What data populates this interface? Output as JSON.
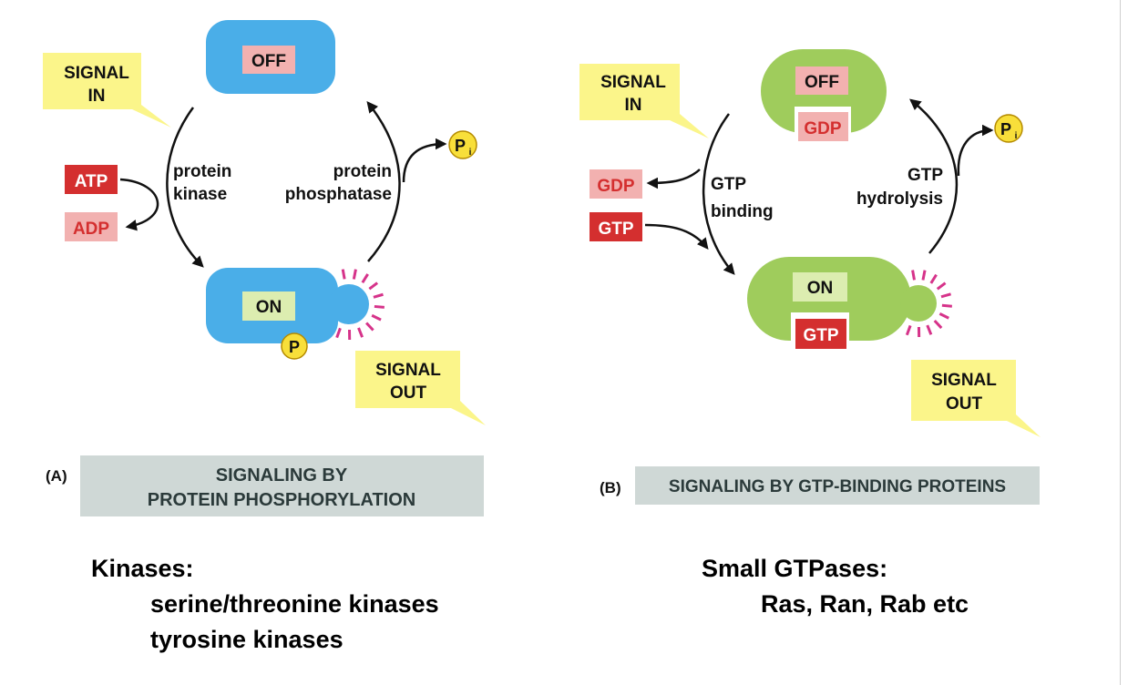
{
  "panel_a": {
    "letter": "(A)",
    "title_line1": "SIGNALING BY",
    "title_line2": "PROTEIN PHOSPHORYLATION",
    "off_label": "OFF",
    "on_label": "ON",
    "signal_in_line1": "SIGNAL",
    "signal_in_line2": "IN",
    "signal_out_line1": "SIGNAL",
    "signal_out_line2": "OUT",
    "atp": "ATP",
    "adp": "ADP",
    "kinase_line1": "protein",
    "kinase_line2": "kinase",
    "phosphatase_line1": "protein",
    "phosphatase_line2": "phosphatase",
    "phosphate": "P",
    "pi_main": "P",
    "pi_sub": "i"
  },
  "panel_b": {
    "letter": "(B)",
    "title": "SIGNALING BY GTP-BINDING PROTEINS",
    "off_label": "OFF",
    "off_gdp": "GDP",
    "on_label": "ON",
    "on_gtp": "GTP",
    "signal_in_line1": "SIGNAL",
    "signal_in_line2": "IN",
    "signal_out_line1": "SIGNAL",
    "signal_out_line2": "OUT",
    "gdp": "GDP",
    "gtp": "GTP",
    "binding_line1": "GTP",
    "binding_line2": "binding",
    "hydrolysis_line1": "GTP",
    "hydrolysis_line2": "hydrolysis",
    "pi_main": "P",
    "pi_sub": "i"
  },
  "notes": {
    "kinases_heading": "Kinases:",
    "kinases_item1": "serine/threonine kinases",
    "kinases_item2": "tyrosine kinases",
    "gtpases_heading": "Small GTPases:",
    "gtpases_item1": "Ras, Ran, Rab etc"
  },
  "colors": {
    "blue": "#4aaee8",
    "green": "#9fcc5c",
    "signal_yellow": "#fbf58a",
    "title_gray": "#cfd8d6",
    "red_box": "#d42f2f",
    "pink_box": "#f2b1b0",
    "light_green_box": "#dcedb0",
    "phosphate_yellow": "#f8df3a",
    "magenta": "#d6338a"
  }
}
